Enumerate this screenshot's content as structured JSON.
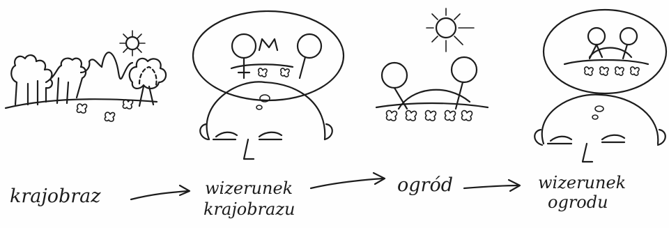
{
  "stages": [
    {
      "id": "landscape",
      "lines": [
        "krajobraz"
      ]
    },
    {
      "id": "landscape-image",
      "lines": [
        "wizerunek",
        "krajobrazu"
      ]
    },
    {
      "id": "garden",
      "lines": [
        "ogród"
      ]
    },
    {
      "id": "garden-image",
      "lines": [
        "wizerunek",
        "ogrodu"
      ]
    }
  ],
  "icons": [
    "landscape-sketch",
    "thought-bubble",
    "head-sketch",
    "sun-icon",
    "tree-icon",
    "flower-icon",
    "arrow-right-icon"
  ],
  "colors": {
    "ink": "#1c1c1c",
    "paper": "#fefefe"
  }
}
